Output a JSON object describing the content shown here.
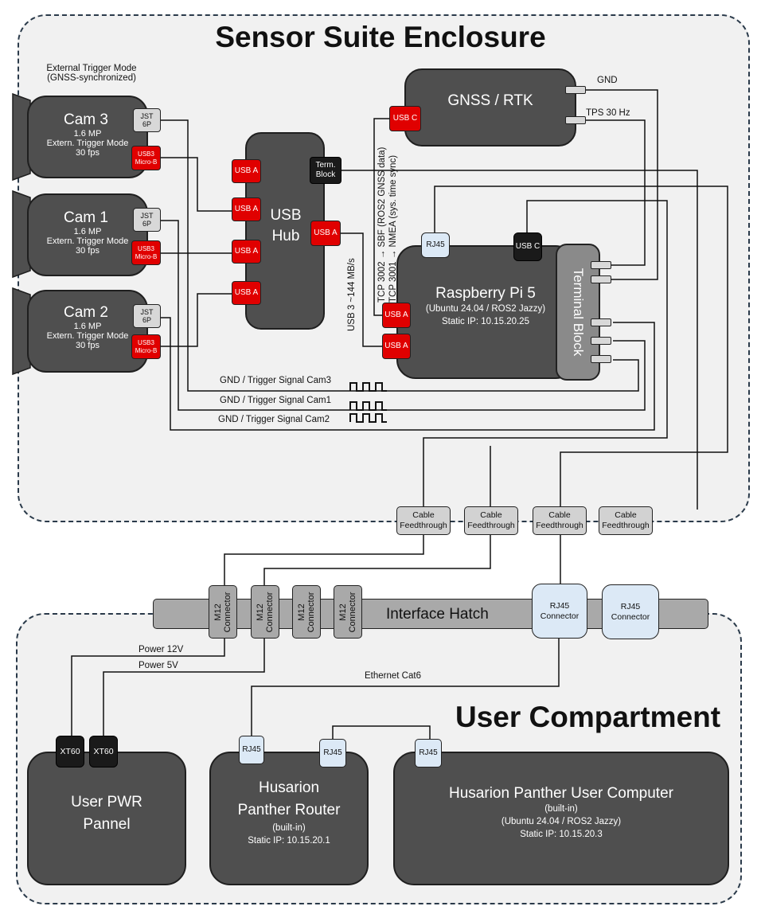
{
  "sensor_suite": {
    "title": "Sensor Suite Enclosure",
    "trigger_mode_label": "External Trigger Mode\n(GNSS-synchronized)",
    "cameras": [
      {
        "name": "Cam 3",
        "mp": "1.6 MP",
        "mode": "Extern. Trigger Mode",
        "fps": "30 fps",
        "jst_port": "JST\n6P",
        "usb_port": "USB3\nMicro-B"
      },
      {
        "name": "Cam 1",
        "mp": "1.6 MP",
        "mode": "Extern. Trigger Mode",
        "fps": "30 fps",
        "jst_port": "JST\n6P",
        "usb_port": "USB3\nMicro-B"
      },
      {
        "name": "Cam 2",
        "mp": "1.6 MP",
        "mode": "Extern. Trigger Mode",
        "fps": "30 fps",
        "jst_port": "JST\n6P",
        "usb_port": "USB3\nMicro-B"
      }
    ],
    "usb_hub": {
      "title": "USB\nHub",
      "ports": [
        "USB A",
        "USB A",
        "USB A",
        "USB A"
      ],
      "uplink_port": "USB A",
      "term_block": "Term.\nBlock"
    },
    "gnss": {
      "title": "GNSS / RTK",
      "port": "USB C",
      "gnd_label": "GND",
      "tps_label": "TPS 30 Hz"
    },
    "raspberry_pi": {
      "title": "Raspberry Pi 5",
      "os": "(Ubuntu 24.04 / ROS2 Jazzy)",
      "ip": "Static IP: 10.15.20.25",
      "rj45": "RJ45",
      "usb_c": "USB C",
      "usb_ports": [
        "USB A",
        "USB A"
      ]
    },
    "terminal_block": "Terminal Block",
    "gnss_link_labels": [
      "TCP 3002 → SBF (ROS2 GNSS data)",
      "TCP 3001 → NMEA (sys. time sync)"
    ],
    "usb_rate_label": "USB 3 ~144 MB/s",
    "trigger_labels": [
      "GND / Trigger Signal Cam3",
      "GND / Trigger Signal Cam1",
      "GND / Trigger Signal Cam2"
    ],
    "feedthroughs": [
      "Cable\nFeedthrough",
      "Cable\nFeedthrough",
      "Cable\nFeedthrough",
      "Cable\nFeedthrough"
    ]
  },
  "hatch": {
    "title": "Interface Hatch",
    "m12_connectors": [
      "M12\nConnector",
      "M12\nConnector",
      "M12\nConnector",
      "M12\nConnector"
    ],
    "rj45_connectors": [
      "RJ45\nConnector",
      "RJ45\nConnector"
    ]
  },
  "user_compartment": {
    "title": "User Compartment",
    "power_labels": [
      "Power 12V",
      "Power 5V"
    ],
    "ethernet_label": "Ethernet Cat6",
    "pwr_panel": {
      "title": "User PWR\nPannel",
      "ports": [
        "XT60",
        "XT60"
      ]
    },
    "router": {
      "title": "Husarion\nPanther Router",
      "builtin": "(built-in)",
      "ip": "Static IP: 10.15.20.1",
      "ports": [
        "RJ45",
        "RJ45"
      ]
    },
    "computer": {
      "title": "Husarion Panther User Computer",
      "builtin": "(built-in)",
      "os": "(Ubuntu 24.04 / ROS2 Jazzy)",
      "ip": "Static IP: 10.15.20.3",
      "port": "RJ45"
    }
  },
  "colors": {
    "device": "#4f4f4f",
    "usb_port": "#e00000",
    "rj45": "#dce9f6",
    "enclosure_bg": "#f1f1f1"
  }
}
